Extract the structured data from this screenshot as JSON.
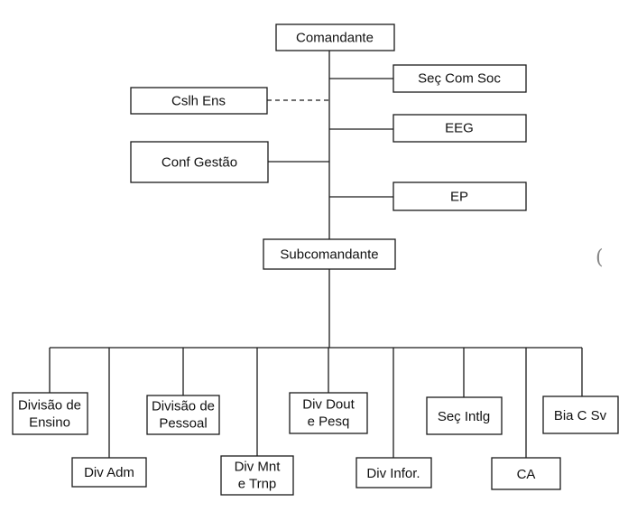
{
  "org": {
    "comandante": "Comandante",
    "sec_com_soc": "Seç Com Soc",
    "cslh_ens": "Cslh Ens",
    "eeg": "EEG",
    "conf_gestao": "Conf Gestão",
    "ep": "EP",
    "subcomandante": "Subcomandante",
    "divisoes": [
      {
        "lines": [
          "Divisão de",
          "Ensino"
        ]
      },
      {
        "lines": [
          "Div Adm"
        ]
      },
      {
        "lines": [
          "Divisão de",
          "Pessoal"
        ]
      },
      {
        "lines": [
          "Div Mnt",
          "e Trnp"
        ]
      },
      {
        "lines": [
          "Div Dout",
          "e Pesq"
        ]
      },
      {
        "lines": [
          "Div Infor."
        ]
      },
      {
        "lines": [
          "Seç Intlg"
        ]
      },
      {
        "lines": [
          "CA"
        ]
      },
      {
        "lines": [
          "Bia C Sv"
        ]
      }
    ]
  }
}
